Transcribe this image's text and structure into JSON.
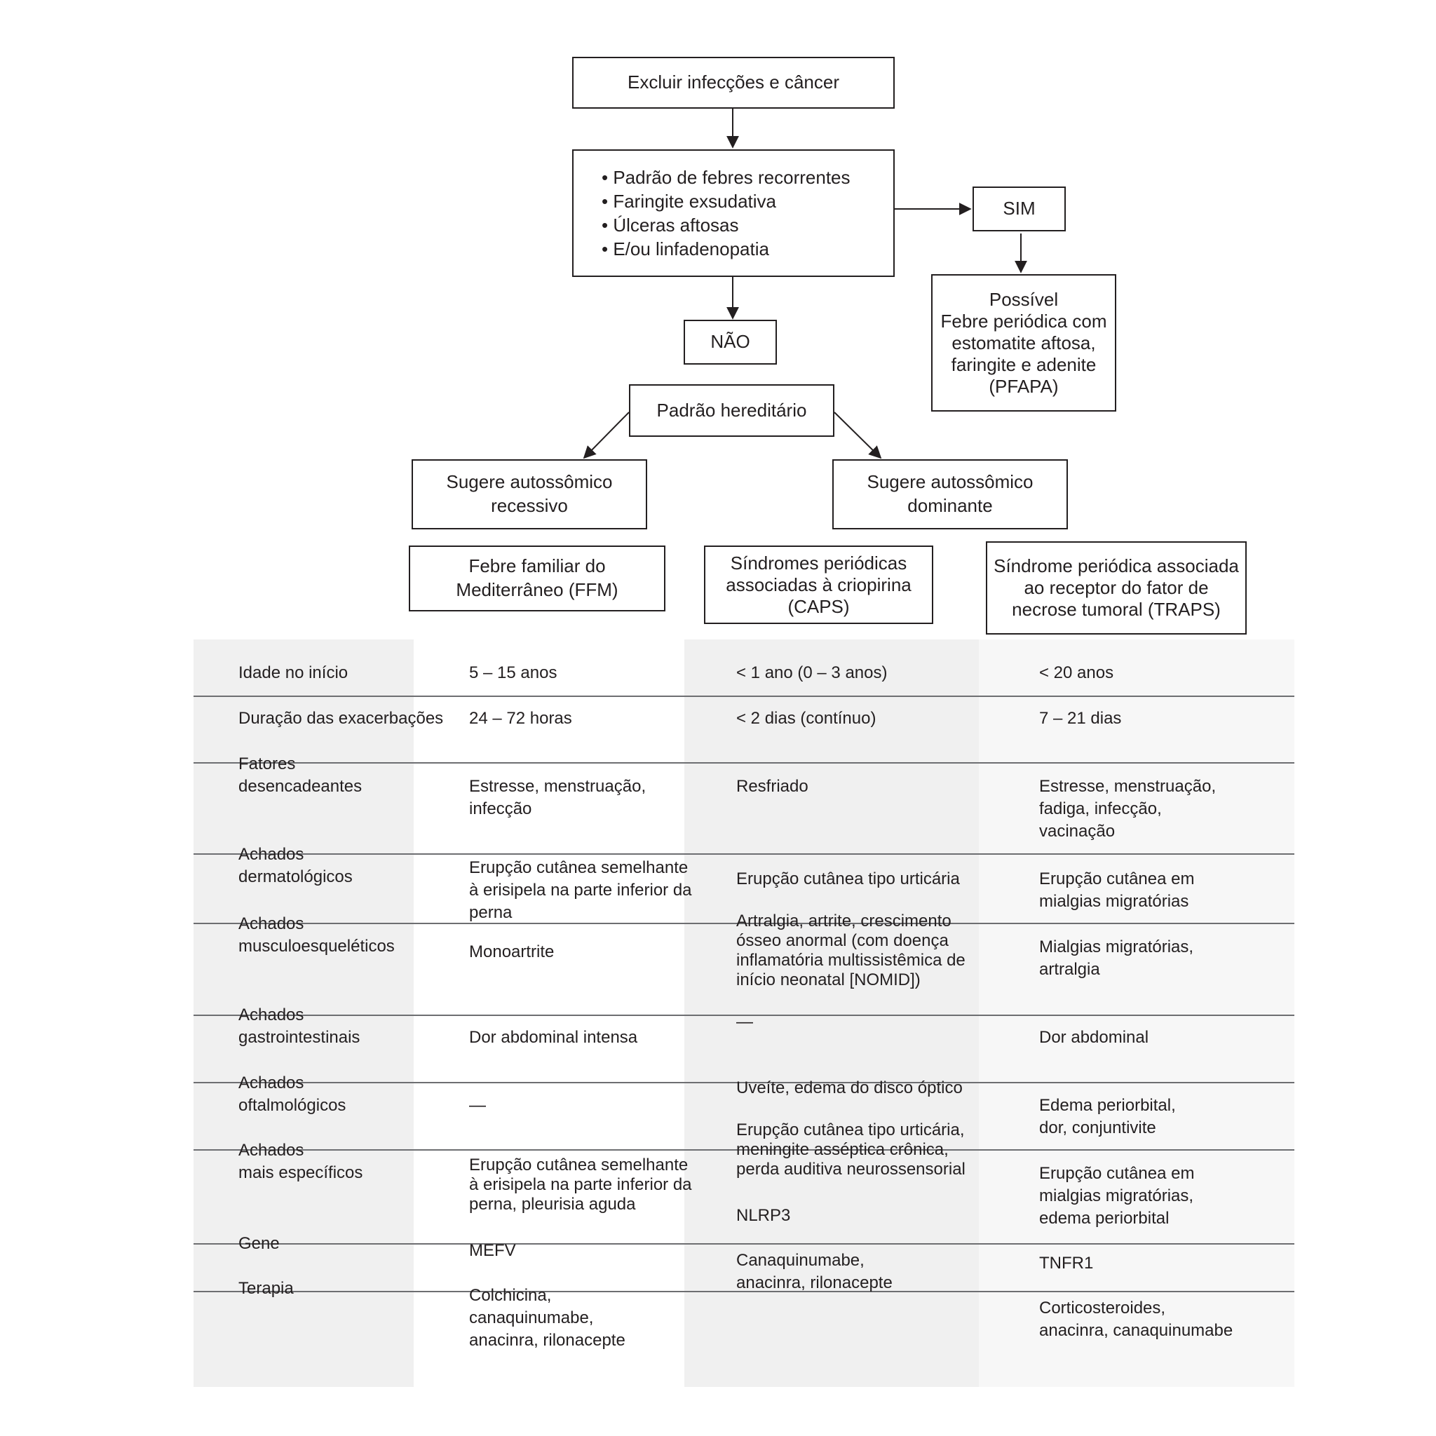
{
  "flowchart": {
    "exclude": "Excluir infecções e câncer",
    "criteria": [
      "Padrão de febres recorrentes",
      "Faringite exsudativa",
      "Úlceras aftosas",
      "E/ou linfadenopatia"
    ],
    "yes": "SIM",
    "no": "NÃO",
    "pfapa": [
      "Possível",
      "Febre periódica com",
      "estomatite aftosa,",
      "faringite e adenite",
      "(PFAPA)"
    ],
    "hereditary": "Padrão hereditário",
    "recessive": [
      "Sugere autossômico",
      "recessivo"
    ],
    "dominant": [
      "Sugere autossômico",
      "dominante"
    ]
  },
  "table": {
    "columns": [
      [
        "Febre familiar do",
        "Mediterrâneo (FFM)"
      ],
      [
        "Síndromes periódicas",
        "associadas à criopirina",
        "(CAPS)"
      ],
      [
        "Síndrome periódica associada",
        "ao receptor do fator de",
        "necrose tumoral (TRAPS)"
      ]
    ],
    "rows": [
      {
        "label": "Idade no início",
        "ffm": "5 – 15 anos",
        "caps": "< 1 ano (0 – 3 anos)",
        "traps": "< 20 anos"
      },
      {
        "label": "Duração das exacerbações",
        "ffm": "24 – 72 horas",
        "caps": "< 2 dias (contínuo)",
        "traps": "7 – 21 dias"
      },
      {
        "label": "Fatores\ndesencadeantes",
        "ffm": "Estresse, menstruação,\ninfecção",
        "caps": "Resfriado",
        "traps": "Estresse, menstruação,\nfadiga, infecção,\nvacinação"
      },
      {
        "label": "Achados\ndermatológicos",
        "ffm": "Erupção cutânea semelhante\nà erisipela na parte inferior da\nperna",
        "caps": "Erupção cutânea tipo urticária",
        "traps": "Erupção cutânea em\nmialgias migratórias"
      },
      {
        "label": "Achados\nmusculoesqueléticos",
        "ffm": "Monoartrite",
        "caps": "Artralgia, artrite, crescimento\nósseo anormal (com doença\ninflamatória multissistêmica de\ninício neonatal [NOMID])",
        "traps": "Mialgias migratórias,\nartralgia"
      },
      {
        "label": "Achados\ngastrointestinais",
        "ffm": "Dor abdominal intensa",
        "caps": "—",
        "traps": "Dor abdominal"
      },
      {
        "label": "Achados\noftalmológicos",
        "ffm": "—",
        "caps": "Uveíte, edema do disco óptico",
        "traps": "Edema periorbital,\ndor, conjuntivite"
      },
      {
        "label": "Achados\nmais específicos",
        "ffm": "Erupção cutânea semelhante\nà erisipela na parte inferior da\nperna, pleurisia aguda",
        "caps": "Erupção cutânea tipo urticária,\nmeningite asséptica crônica,\nperda auditiva neurossensorial",
        "traps": "Erupção cutânea em\nmialgias migratórias,\nedema periorbital"
      },
      {
        "label": "Gene",
        "ffm": "MEFV",
        "caps": "NLRP3",
        "traps": "TNFR1"
      },
      {
        "label": "Terapia",
        "ffm": "Colchicina,\ncanaquinumabe,\nanacinra, rilonacepte",
        "caps": "Canaquinumabe,\nanacinra, rilonacepte",
        "traps": "Corticosteroides,\nanacinra, canaquinumabe"
      }
    ]
  }
}
